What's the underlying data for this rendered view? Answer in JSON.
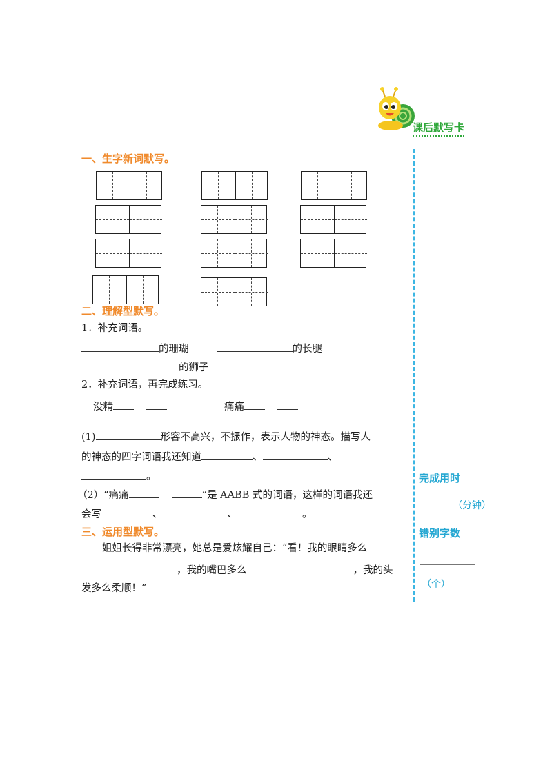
{
  "header": {
    "card_title": "课后默写卡",
    "mascot_icon": "snail-mascot-icon"
  },
  "sections": {
    "s1_title": "一、生字新词默写。",
    "s2_title": "二、理解型默写。",
    "s3_title": "三、运用型默写。"
  },
  "part2": {
    "q1_label": "1．补充词语。",
    "q1_a": "的珊瑚",
    "q1_b": "的长腿",
    "q1_c": "的狮子",
    "q2_label": "2．补充词语，再完成练习。",
    "q2_word1": "没精",
    "q2_word2": "痛痛",
    "sub1_num": "(1)",
    "sub1_text": "形容不高兴，不振作，表示人物的神态。描写人",
    "sub1_line2": "的神态的四字词语我还知道",
    "sep": "、",
    "period": "。",
    "sub2_num": "（2）",
    "sub2_open": "“痛痛",
    "sub2_close": "”是 AABB 式的词语，这样的词语我还",
    "sub2_line2": "会写"
  },
  "part3": {
    "line1": "姐姐长得非常漂亮，她总是爱炫耀自己：“看！我的眼睛多么",
    "mid1": "，我的嘴巴多么",
    "mid2": "，我的头",
    "line3": "发多么柔顺！”"
  },
  "sidebar": {
    "time_label": "完成用时",
    "time_unit": "（分钟）",
    "errors_label": "错别字数",
    "errors_unit": "（个）"
  },
  "colors": {
    "section_orange": "#f08a2c",
    "sidebar_blue": "#24a7d2",
    "title_green": "#2fa83a",
    "divider_blue": "#3cb6e3"
  }
}
